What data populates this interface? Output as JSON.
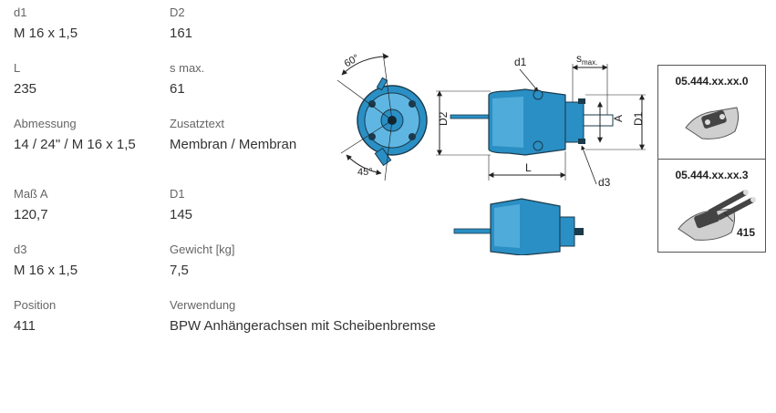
{
  "specs": [
    {
      "label": "d1",
      "value": "M 16 x 1,5"
    },
    {
      "label": "D2",
      "value": "161"
    },
    {
      "label": "L",
      "value": "235"
    },
    {
      "label": "s max.",
      "value": "61"
    },
    {
      "label": "Abmessung",
      "value": "14 / 24\" / M 16 x 1,5"
    },
    {
      "label": "Zusatztext",
      "value": "Membran / Membran"
    },
    {
      "label": "Maß A",
      "value": "120,7"
    },
    {
      "label": "D1",
      "value": "145"
    },
    {
      "label": "d3",
      "value": "M 16 x 1,5"
    },
    {
      "label": "Gewicht [kg]",
      "value": "7,5"
    },
    {
      "label": "Position",
      "value": "411"
    },
    {
      "label": "Verwendung",
      "value": "BPW Anhängerachsen mit Scheibenbremse"
    }
  ],
  "drawing": {
    "angle_top": "60°",
    "angle_bottom": "45°",
    "dim_d1": "d1",
    "dim_s": "s",
    "dim_s_sub": "max.",
    "dim_D2": "D2",
    "dim_A": "A",
    "dim_D1": "D1",
    "dim_L": "L",
    "dim_d3": "d3",
    "part_color": "#2a8fc4",
    "part_light": "#6fc0e8"
  },
  "variants": [
    {
      "code": "05.444.xx.xx.0"
    },
    {
      "code": "05.444.xx.xx.3",
      "position": "415"
    }
  ]
}
